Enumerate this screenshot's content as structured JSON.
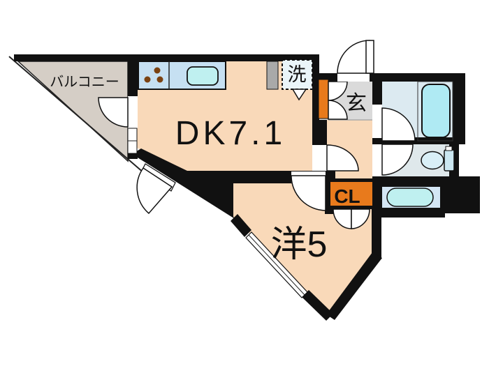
{
  "title": "apartment-floor-plan",
  "labels": {
    "balcony": "バルコニー",
    "dining_kitchen": "DK7.1",
    "western_room": "洋5",
    "entrance": "玄",
    "washer": "洗",
    "closet": "CL"
  },
  "colors": {
    "wall": "#111111",
    "floor_main": "#F9D9B9",
    "balcony_floor": "#D5CEC6",
    "entrance_floor": "#DADADA",
    "bathroom_floor": "#DCEAF1",
    "toilet_floor": "#DFE8EB",
    "vanity_floor": "#D3E6F4",
    "kitchen_counter": "#C6E0F2",
    "water_fixture": "#AFEAF3",
    "sink": "#BFF0F0",
    "toilet_bowl": "#D9EFF7",
    "toilet_tank": "#CBE7F1",
    "accent_orange": "#E87A1C",
    "burner": "#7A4212",
    "pillar_gray": "#A9A9A9",
    "washer_box": "#EAF5F9",
    "background": "#FFFFFF"
  }
}
